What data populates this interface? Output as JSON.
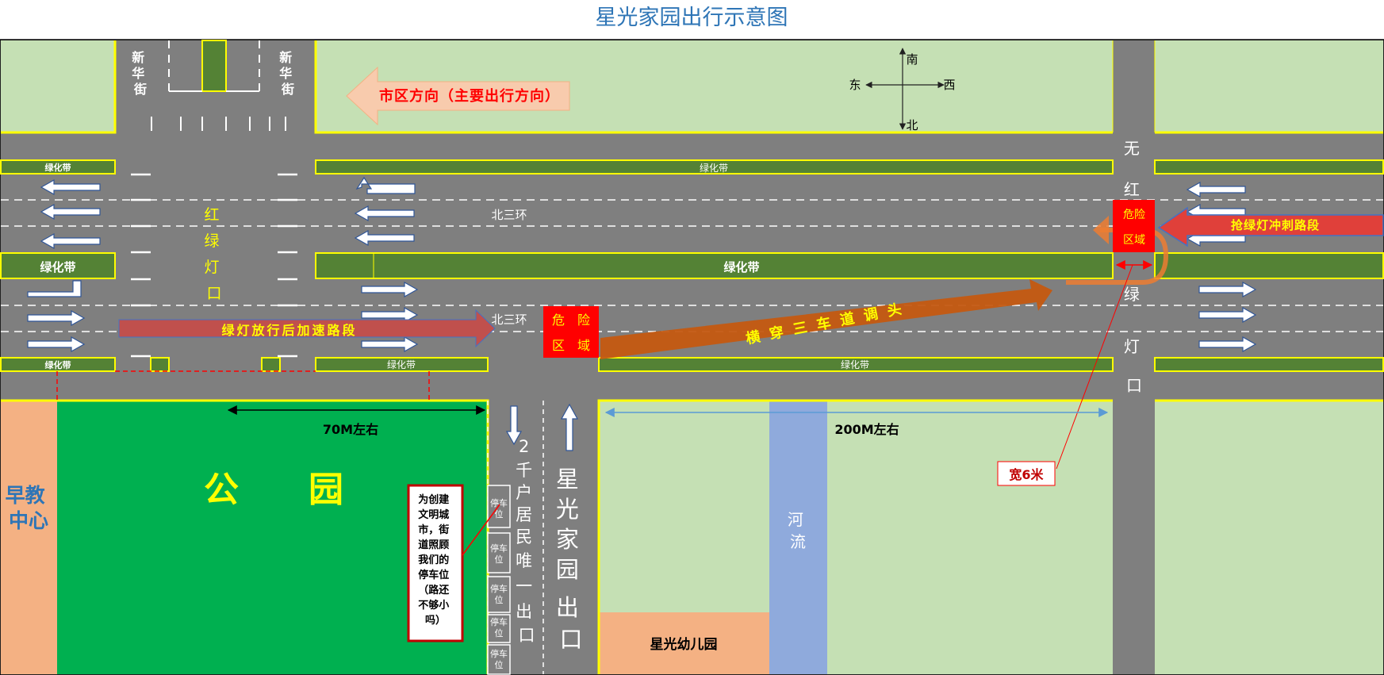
{
  "title": "星光家园出行示意图",
  "roads": {
    "xinhua_left": "新华街",
    "xinhua_right": "新华街",
    "beisanhuan_upper": "北三环",
    "beisanhuan_lower": "北三环"
  },
  "greenbelts": {
    "small_left_top": "绿化带",
    "top_main": "绿化带",
    "middle_left": "绿化带",
    "middle_main": "绿化带",
    "small_left_bottom": "绿化带",
    "bottom_left": "绿化带",
    "bottom_main": "绿化带"
  },
  "compass": {
    "south": "南",
    "north": "北",
    "east": "东",
    "west": "西"
  },
  "arrows": {
    "city_direction": "市区方向（主要出行方向）",
    "accelerate": "绿灯放行后加速路段",
    "uturn": "横 穿 三 车 道 调 头",
    "rush": "抢绿灯冲刺路段"
  },
  "signals": {
    "left_light": [
      "红",
      "绿",
      "灯",
      "口"
    ],
    "right_light": [
      "无",
      "红",
      "绿",
      "灯",
      "口"
    ]
  },
  "danger": {
    "left": [
      "危　险",
      "区　域"
    ],
    "right": [
      "危险",
      "区域"
    ]
  },
  "distances": {
    "d70": "70M左右",
    "d200": "200M左右",
    "width6": "宽6米"
  },
  "areas": {
    "early_edu": [
      "早教",
      "中心"
    ],
    "park": "公　　园",
    "river": [
      "河",
      "流"
    ],
    "kindergarten": "星光幼儿园",
    "exit_big": [
      "星",
      "光",
      "家",
      "园",
      "出",
      "口"
    ],
    "residents_exit": [
      "2",
      "千",
      "户",
      "居",
      "民",
      "唯",
      "一",
      "出",
      "口"
    ]
  },
  "parking": {
    "label": [
      "停车",
      "位"
    ]
  },
  "note": [
    "为创建",
    "文明城",
    "市，街",
    "道照顾",
    "我们的",
    "停车位",
    "（路还",
    "不够小",
    "吗）"
  ],
  "colors": {
    "road": "#7f7f7f",
    "field": "#c5e0b4",
    "park": "#00b050",
    "greenbelt": "#548235",
    "border": "#ffff00",
    "danger": "#ff0000",
    "river": "#8faadc",
    "salmon": "#f4b183",
    "title": "#2e75b6"
  }
}
